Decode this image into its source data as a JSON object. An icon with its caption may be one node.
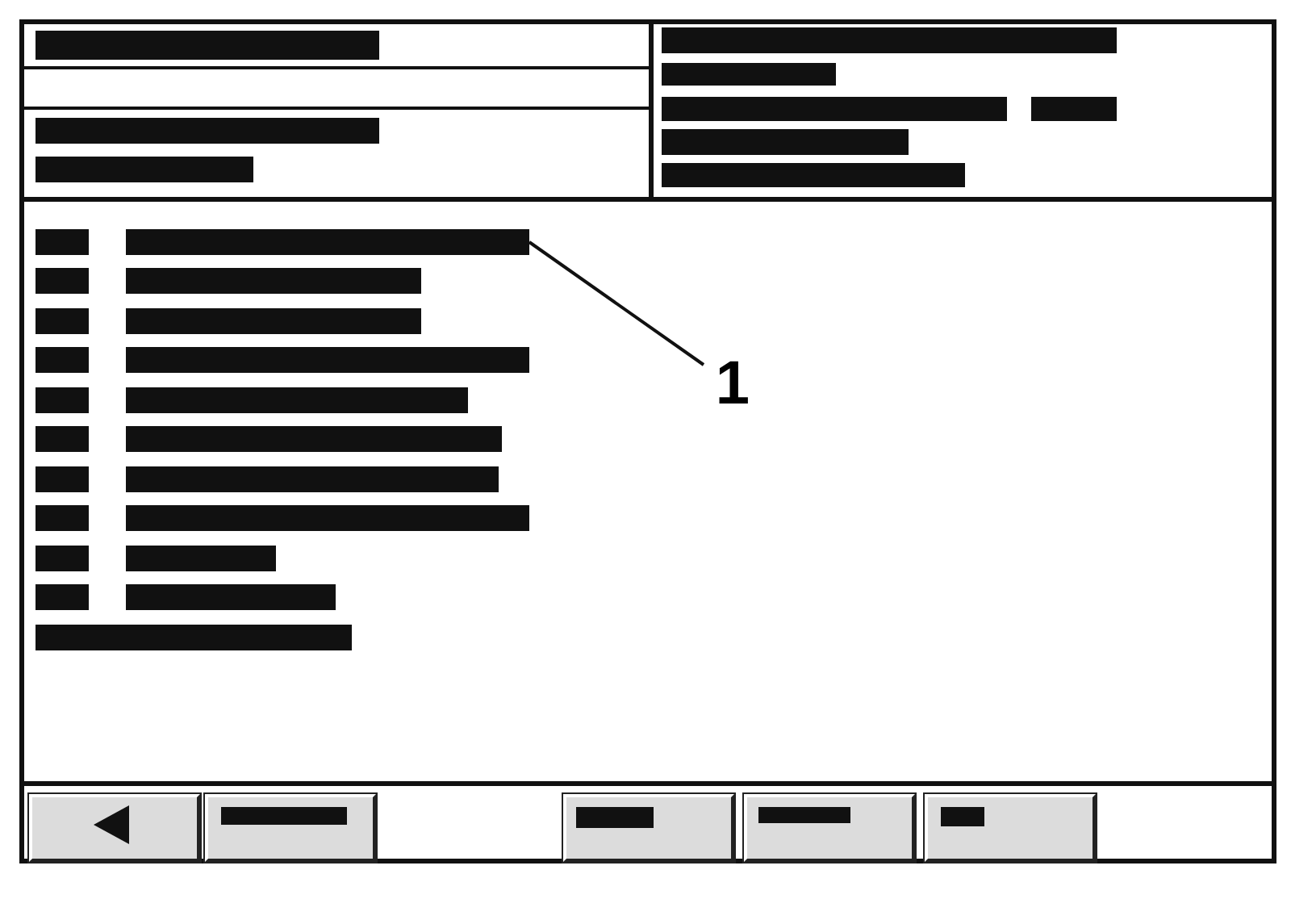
{
  "diagram": {
    "nodes": [
      {
        "text": [],
        "shape": "bar"
      },
      {
        "text": [],
        "shape": "bar"
      },
      {
        "text": [],
        "shape": "bar"
      },
      {
        "text": [],
        "shape": "bar"
      },
      {
        "text": [],
        "shape": "bar"
      },
      {
        "text": [],
        "shape": "bar"
      },
      {
        "text": [],
        "shape": "bar"
      },
      {
        "text": [],
        "shape": "bar"
      },
      {
        "text": [],
        "shape": "bar"
      },
      {
        "text": [],
        "shape": "bar"
      },
      {
        "text": [],
        "shape": "bar"
      },
      {
        "text": [],
        "shape": "bar"
      },
      {
        "text": [],
        "shape": "bar"
      },
      {
        "text": [],
        "shape": "bar"
      },
      {
        "text": [],
        "shape": "bar"
      },
      {
        "text": [],
        "shape": "bar"
      },
      {
        "text": [],
        "shape": "bar"
      },
      {
        "text": [],
        "shape": "bar"
      },
      {
        "text": [],
        "shape": "bar"
      },
      {
        "text": [],
        "shape": "bar"
      },
      {
        "text": [],
        "shape": "bar"
      },
      {
        "text": [],
        "shape": "bar"
      },
      {
        "text": [],
        "shape": "bar"
      },
      {
        "text": [],
        "shape": "bar"
      },
      {
        "text": [],
        "shape": "bar"
      },
      {
        "text": [],
        "shape": "bar"
      },
      {
        "text": [],
        "shape": "bar"
      },
      {
        "text": [],
        "shape": "bar"
      },
      {
        "text": [],
        "shape": "bar"
      },
      {
        "text": [],
        "shape": "bar"
      },
      {
        "text": [
          "1"
        ]
      },
      {
        "text": [],
        "shape": "bar"
      },
      {
        "text": [],
        "shape": "bar"
      },
      {
        "text": [],
        "shape": "bar"
      },
      {
        "text": [],
        "shape": "bar"
      }
    ],
    "edges": [
      {
        "from": 30,
        "to": 10,
        "arrow": "none"
      }
    ]
  }
}
